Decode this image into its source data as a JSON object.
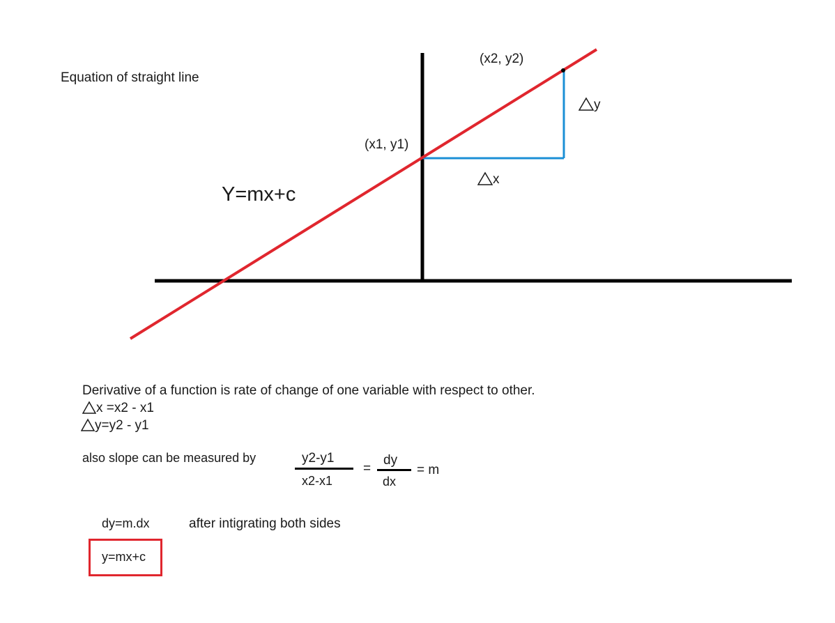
{
  "colors": {
    "axis": "#000000",
    "line": "#e0262e",
    "delta": "#1b8fd6",
    "text": "#1a1a1a"
  },
  "labels": {
    "heading": "Equation of straight line",
    "point2": "(x2, y2)",
    "point1": "(x1, y1)",
    "delta_y": "y",
    "delta_x": "x",
    "line_equation": "Y=mx+c"
  },
  "notes": {
    "definition": "Derivative of a function is rate of change of one variable with respect to other.",
    "delta_x_formula": "x =x2 - x1",
    "delta_y_formula": "y=y2 - y1",
    "slope_intro": "also slope can be measured by",
    "frac1_num": "y2-y1",
    "frac1_den": "x2-x1",
    "equals": "=",
    "frac2_num": "dy",
    "frac2_den": "dx",
    "equals_m": "= m",
    "dy_eq": "dy=m.dx",
    "integrate_note": "after intigrating both sides",
    "result": "y=mx+c"
  },
  "icons": {
    "delta": "delta-triangle-icon"
  }
}
